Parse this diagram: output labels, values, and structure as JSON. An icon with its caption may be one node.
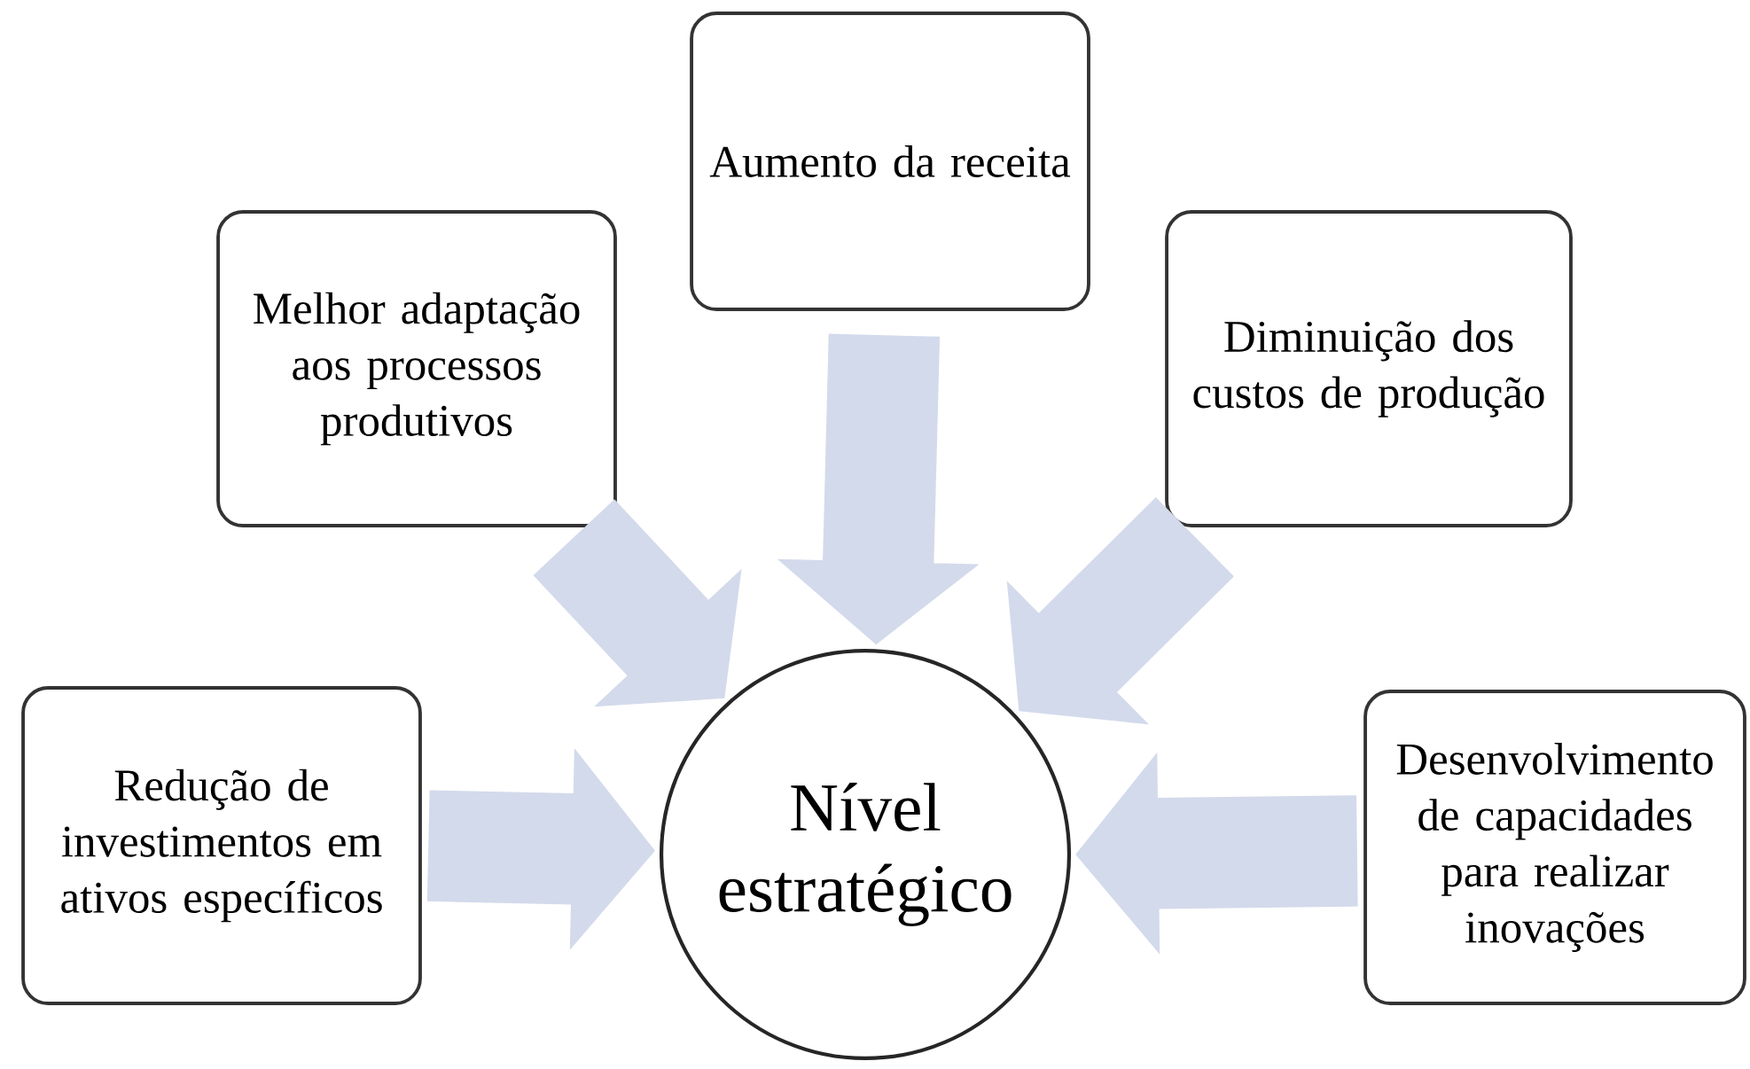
{
  "diagram": {
    "nodes": [
      {
        "text": [
          "Aumento da receita"
        ]
      },
      {
        "text": [
          "Melhor adaptação aos processos produtivos"
        ]
      },
      {
        "text": [
          "Diminuição dos custos de produção"
        ]
      },
      {
        "text": [
          "Redução de investimentos em ativos específicos"
        ]
      },
      {
        "text": [
          "Nível estratégico"
        ]
      },
      {
        "text": [
          "Desenvolvimento de capacidades para realizar inovações"
        ]
      }
    ],
    "edges": [
      {
        "from": 0,
        "to": 4,
        "arrow": "to"
      },
      {
        "from": 1,
        "to": 4,
        "arrow": "to"
      },
      {
        "from": 2,
        "to": 4,
        "arrow": "to"
      },
      {
        "from": 3,
        "to": 4,
        "arrow": "to"
      },
      {
        "from": 5,
        "to": 4,
        "arrow": "to"
      }
    ]
  }
}
